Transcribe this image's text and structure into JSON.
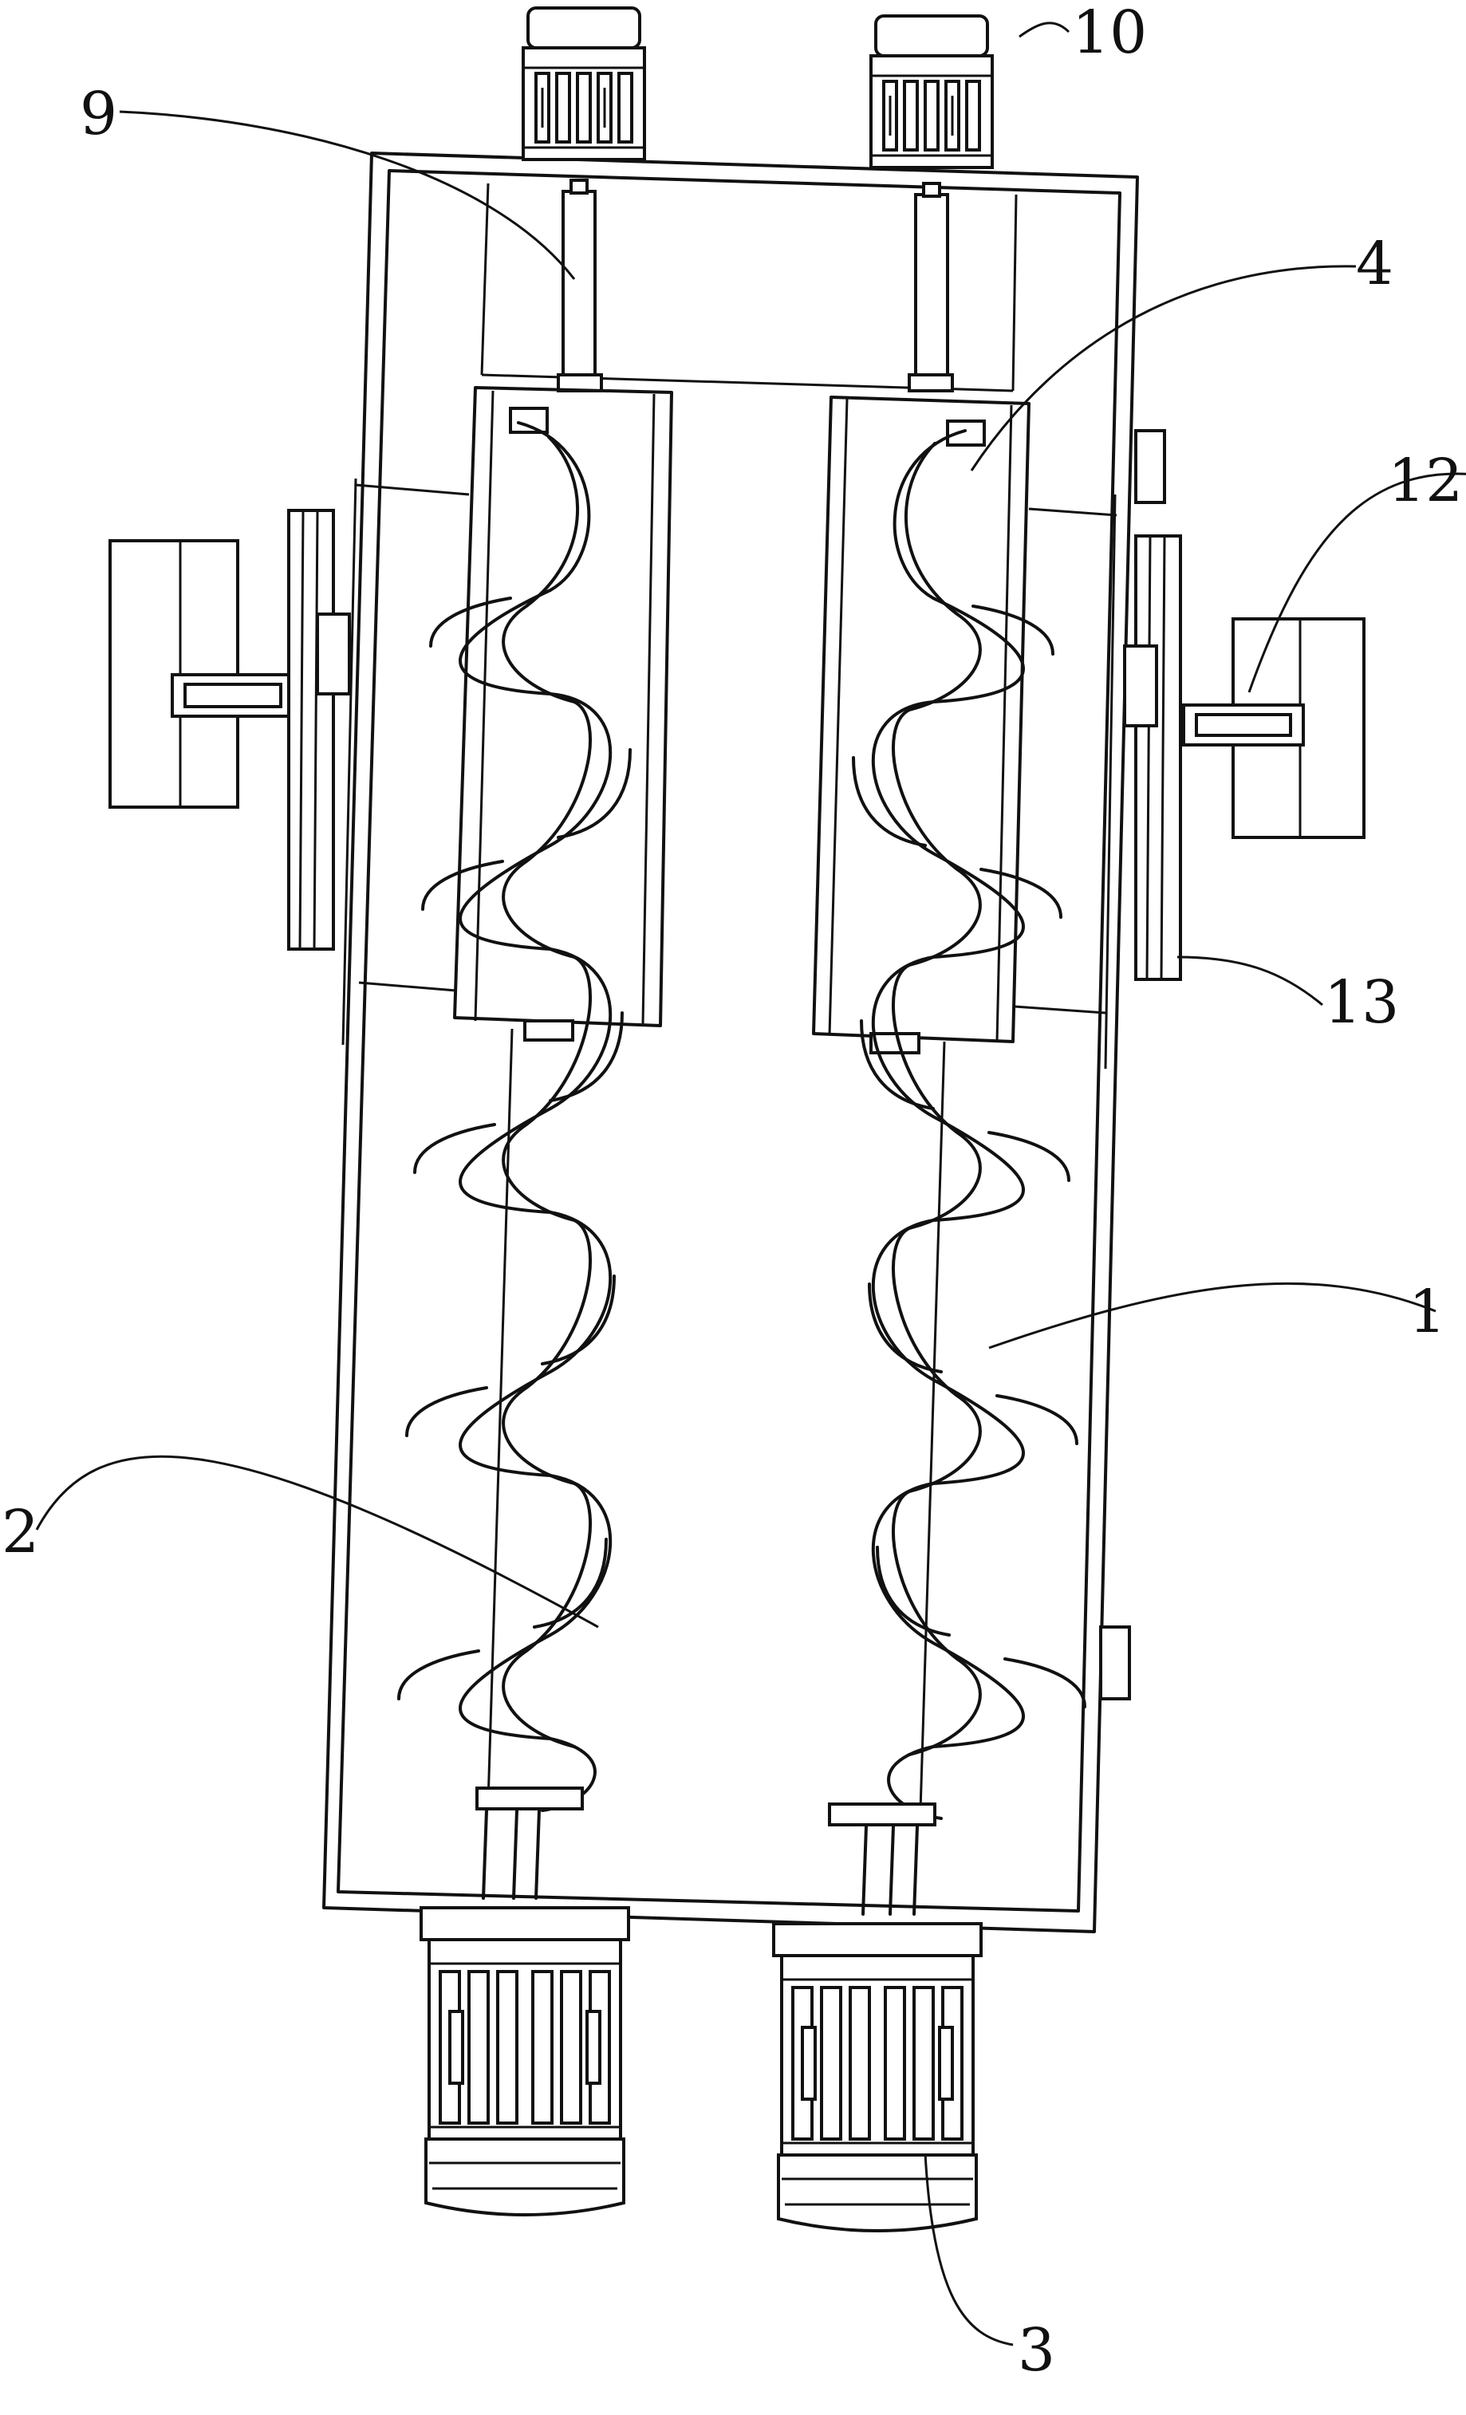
{
  "labels": {
    "l1": "1",
    "l2": "2",
    "l3": "3",
    "l4": "4",
    "l9": "9",
    "l10": "10",
    "l12": "12",
    "l13": "13"
  },
  "colors": {
    "line": "#111111",
    "background": "#ffffff"
  }
}
